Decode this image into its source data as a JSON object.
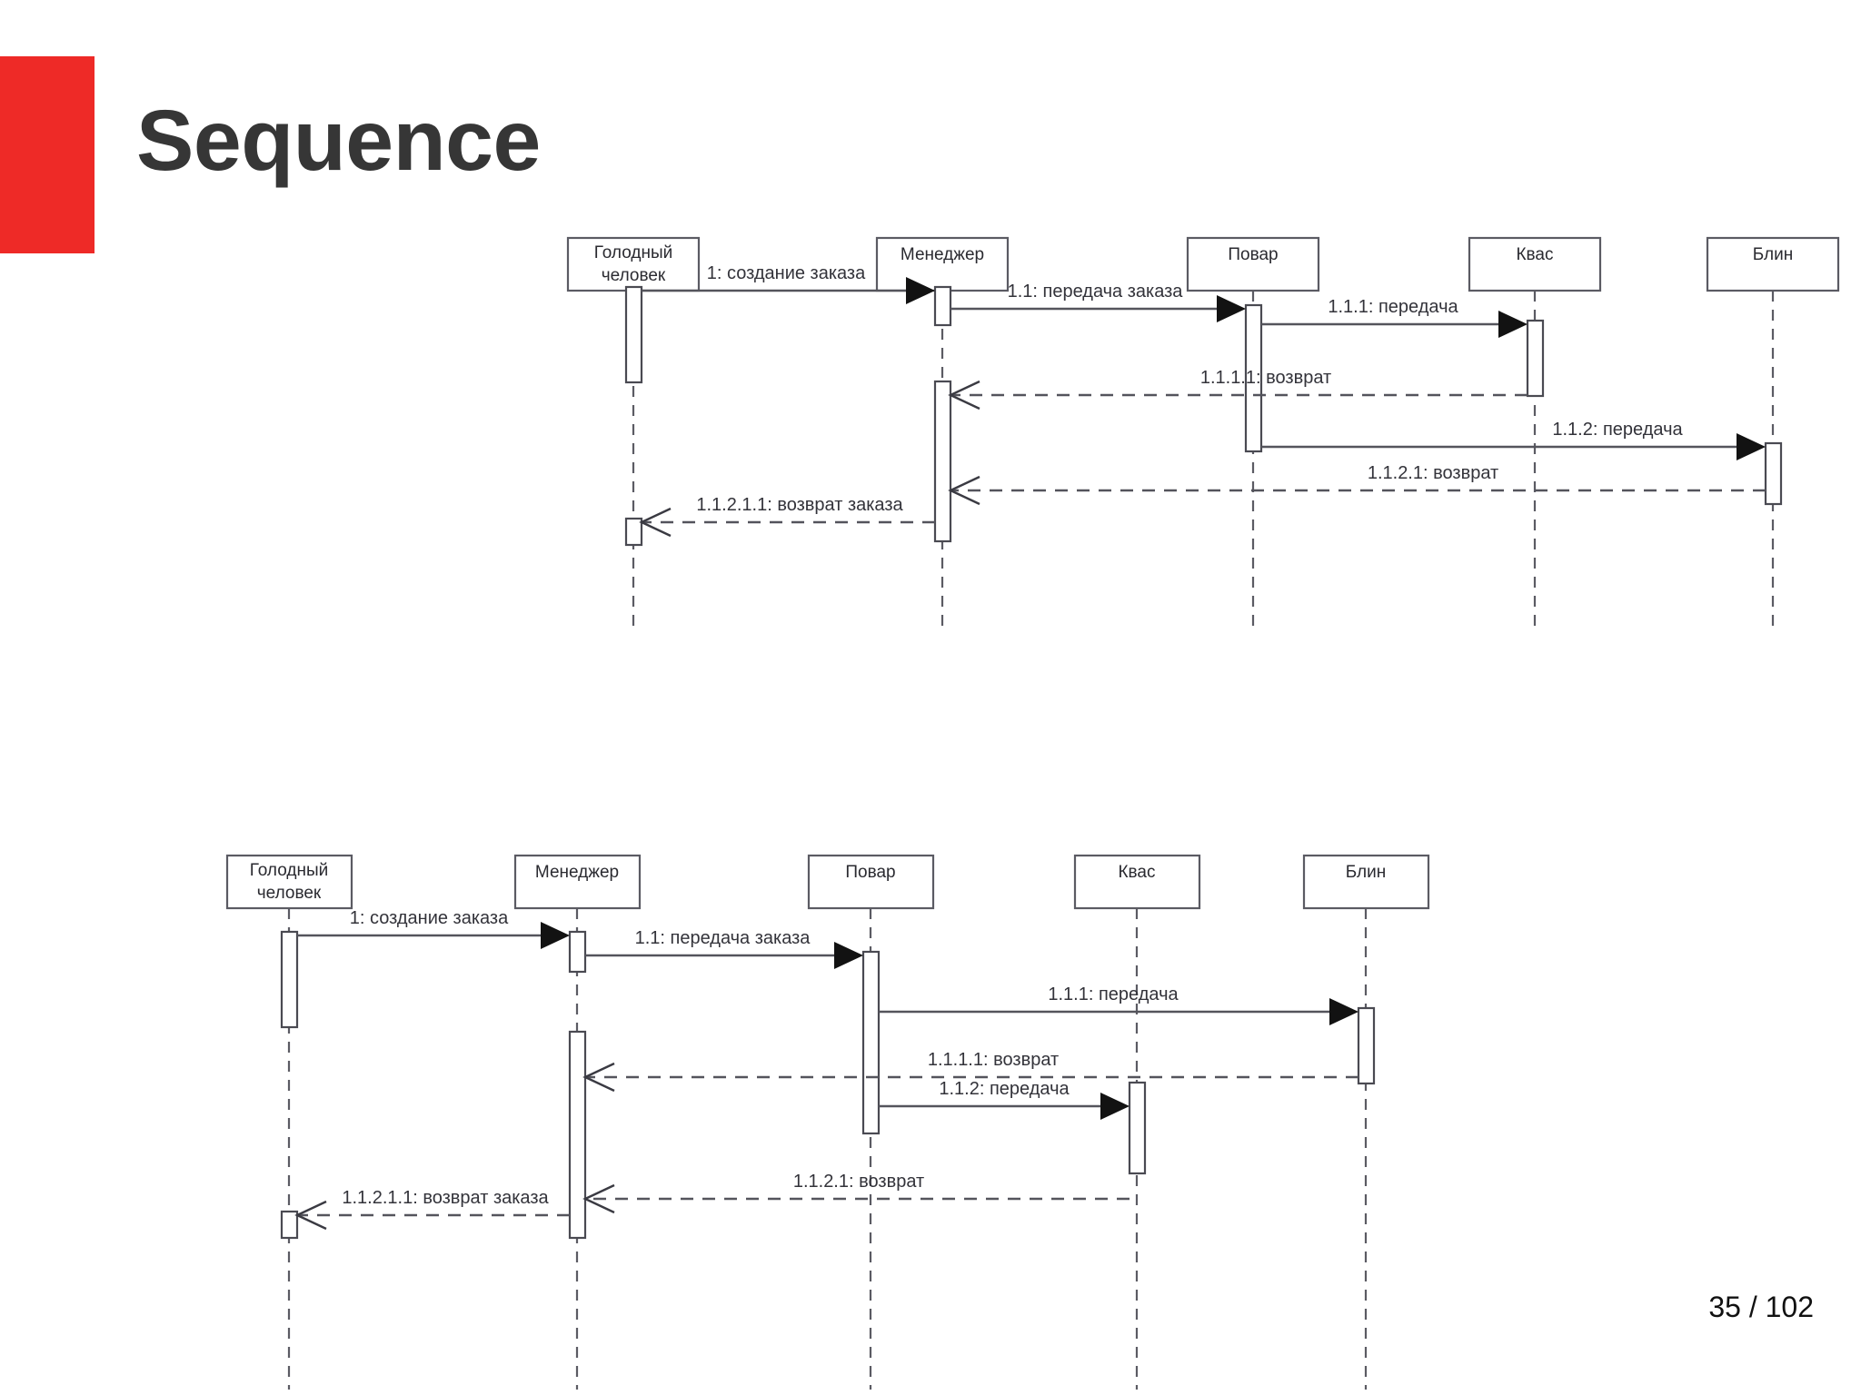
{
  "slide": {
    "title": "Sequence",
    "page_indicator": "35 / 102",
    "accent_color": "#ee2a27",
    "title_color": "#363636"
  },
  "diagrams": [
    {
      "name": "sequence-diagram-top",
      "lifelines": [
        {
          "id": "customer",
          "label_line1": "Голодный",
          "label_line2": "человек"
        },
        {
          "id": "manager",
          "label_line1": "Менеджер",
          "label_line2": ""
        },
        {
          "id": "cook",
          "label_line1": "Повар",
          "label_line2": ""
        },
        {
          "id": "kvass",
          "label_line1": "Квас",
          "label_line2": ""
        },
        {
          "id": "blin",
          "label_line1": "Блин",
          "label_line2": ""
        }
      ],
      "messages": [
        {
          "seq": "1",
          "label": "1: создание заказа",
          "from": "customer",
          "to": "manager",
          "kind": "call"
        },
        {
          "seq": "1.1",
          "label": "1.1: передача заказа",
          "from": "manager",
          "to": "cook",
          "kind": "call"
        },
        {
          "seq": "1.1.1",
          "label": "1.1.1: передача",
          "from": "cook",
          "to": "kvass",
          "kind": "call"
        },
        {
          "seq": "1.1.1.1",
          "label": "1.1.1.1: возврат",
          "from": "kvass",
          "to": "manager",
          "kind": "return"
        },
        {
          "seq": "1.1.2",
          "label": "1.1.2: передача",
          "from": "cook",
          "to": "blin",
          "kind": "call"
        },
        {
          "seq": "1.1.2.1",
          "label": "1.1.2.1: возврат",
          "from": "blin",
          "to": "manager",
          "kind": "return"
        },
        {
          "seq": "1.1.2.1.1",
          "label": "1.1.2.1.1: возврат заказа",
          "from": "manager",
          "to": "customer",
          "kind": "return"
        }
      ]
    },
    {
      "name": "sequence-diagram-bottom",
      "lifelines": [
        {
          "id": "customer",
          "label_line1": "Голодный",
          "label_line2": "человек"
        },
        {
          "id": "manager",
          "label_line1": "Менеджер",
          "label_line2": ""
        },
        {
          "id": "cook",
          "label_line1": "Повар",
          "label_line2": ""
        },
        {
          "id": "kvass",
          "label_line1": "Квас",
          "label_line2": ""
        },
        {
          "id": "blin",
          "label_line1": "Блин",
          "label_line2": ""
        }
      ],
      "messages": [
        {
          "seq": "1",
          "label": "1: создание заказа",
          "from": "customer",
          "to": "manager",
          "kind": "call"
        },
        {
          "seq": "1.1",
          "label": "1.1: передача заказа",
          "from": "manager",
          "to": "cook",
          "kind": "call"
        },
        {
          "seq": "1.1.1",
          "label": "1.1.1: передача",
          "from": "cook",
          "to": "blin",
          "kind": "call"
        },
        {
          "seq": "1.1.1.1",
          "label": "1.1.1.1: возврат",
          "from": "blin",
          "to": "manager",
          "kind": "return"
        },
        {
          "seq": "1.1.2",
          "label": "1.1.2: передача",
          "from": "cook",
          "to": "kvass",
          "kind": "call"
        },
        {
          "seq": "1.1.2.1",
          "label": "1.1.2.1: возврат",
          "from": "kvass",
          "to": "manager",
          "kind": "return"
        },
        {
          "seq": "1.1.2.1.1",
          "label": "1.1.2.1.1: возврат заказа",
          "from": "manager",
          "to": "customer",
          "kind": "return"
        }
      ]
    }
  ]
}
